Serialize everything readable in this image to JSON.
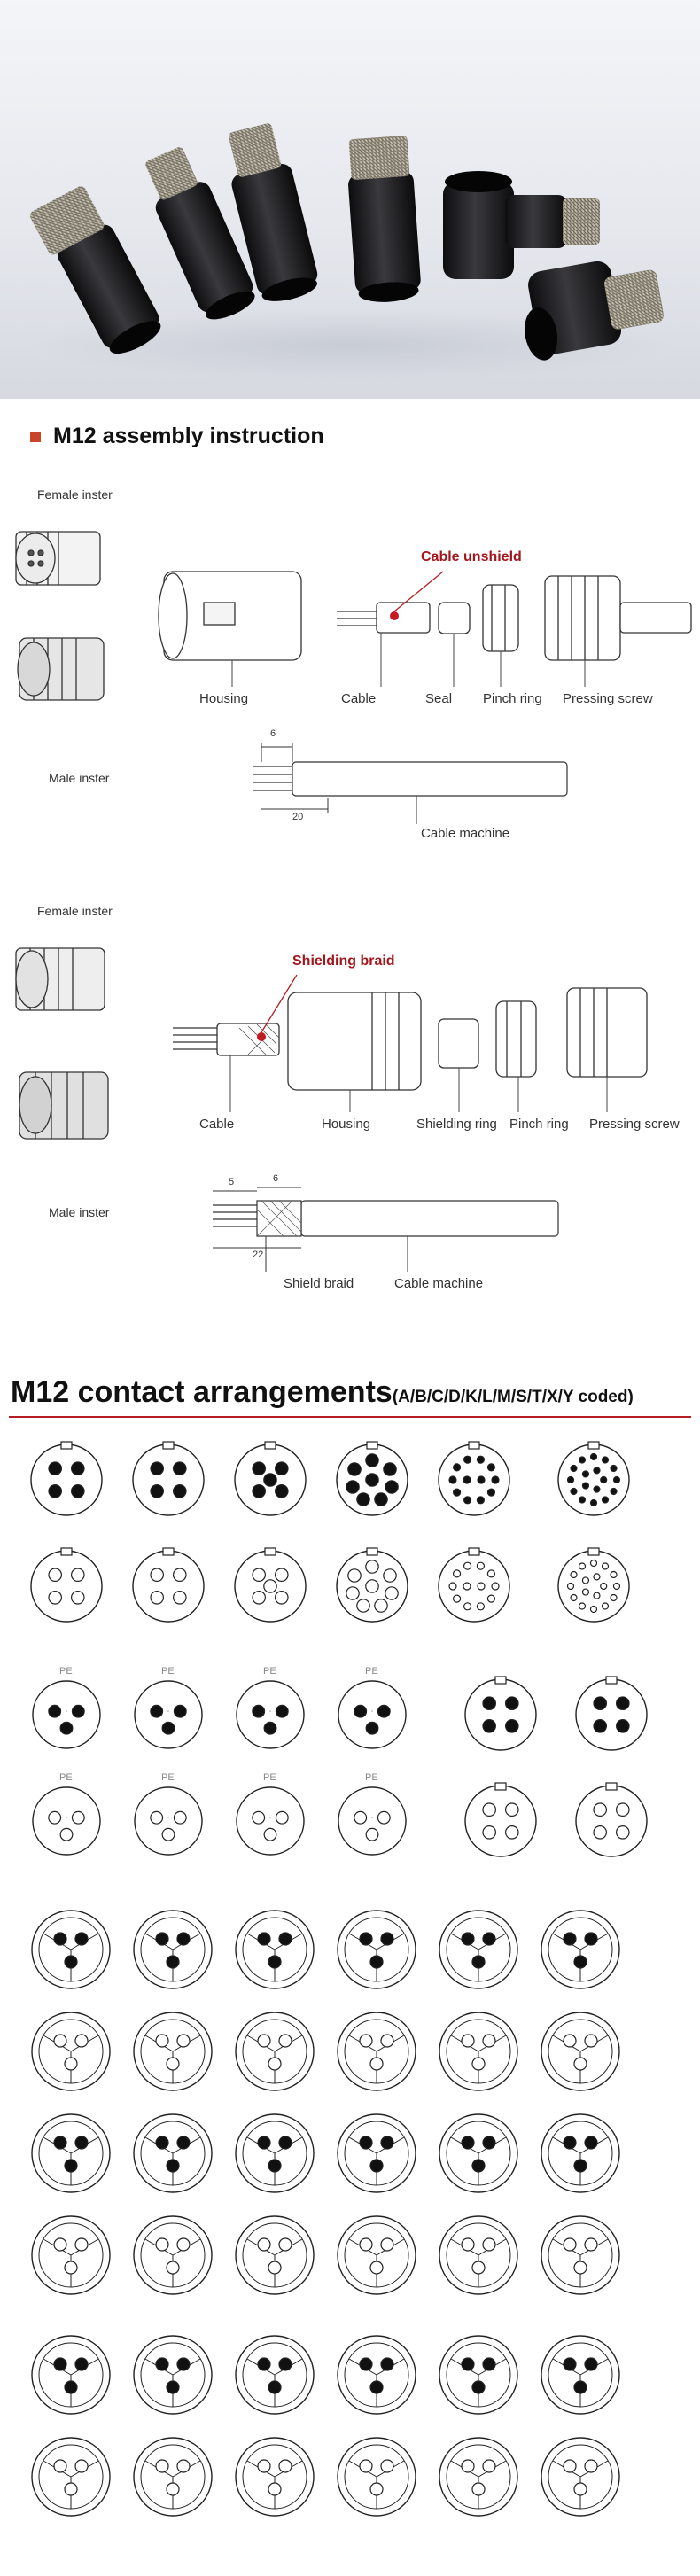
{
  "assembly": {
    "title": "M12 assembly instruction",
    "diagram1": {
      "female_insert": "Female inster",
      "male_insert": "Male inster",
      "callout": "Cable unshield",
      "housing": "Housing",
      "cable": "Cable",
      "seal": "Seal",
      "pinch_ring": "Pinch ring",
      "pressing_screw": "Pressing screw",
      "cable_machine": "Cable machine",
      "dim_a": "6",
      "dim_b": "20"
    },
    "diagram2": {
      "female_insert": "Female inster",
      "male_insert": "Male inster",
      "callout": "Shielding braid",
      "cable": "Cable",
      "housing": "Housing",
      "shielding_ring": "Shielding ring",
      "pinch_ring": "Pinch ring",
      "pressing_screw": "Pressing screw",
      "shield_braid": "Shield braid",
      "cable_machine": "Cable machine",
      "dim_a": "5",
      "dim_b": "6",
      "dim_c": "22"
    }
  },
  "contacts": {
    "title": "M12 contact arrangements",
    "coding": "(A/B/C/D/K/L/M/S/T/X/Y coded)",
    "pe_label": "PE"
  },
  "colors": {
    "accent": "#c8452b",
    "rule": "#b21e22",
    "callout": "#a3161c",
    "connector_body": "#1b1b1d",
    "pin_fill": "#111111"
  }
}
